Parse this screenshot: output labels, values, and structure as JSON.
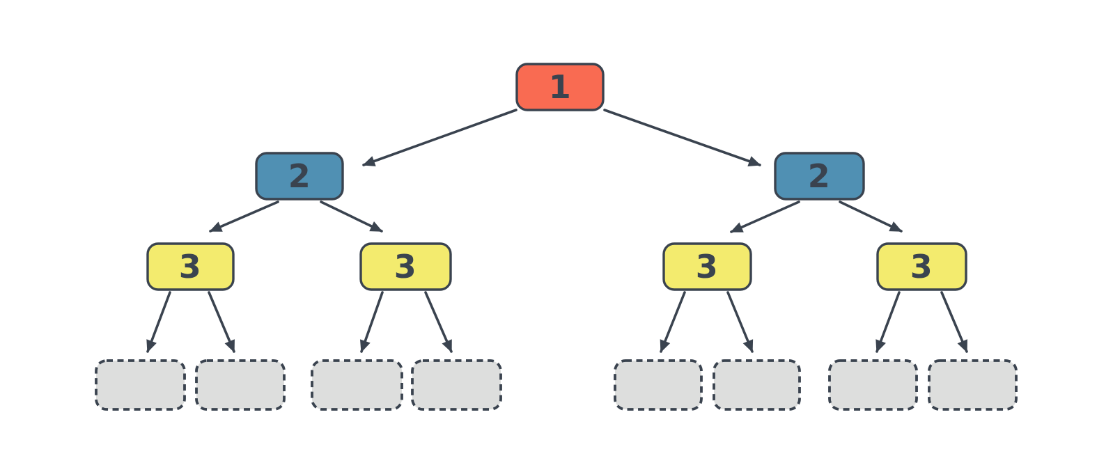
{
  "colors": {
    "ink": "#3A434F",
    "background": "#FFFFFF",
    "root_fill": "#F96B52",
    "level2_fill": "#5090B3",
    "level3_fill": "#F3EB6E",
    "placeholder_fill": "#DDDEDD"
  },
  "nodes": {
    "root": {
      "label": "1",
      "fill": "#F96B52"
    },
    "left2": {
      "label": "2",
      "fill": "#5090B3"
    },
    "right2": {
      "label": "2",
      "fill": "#5090B3"
    },
    "y1": {
      "label": "3",
      "fill": "#F3EB6E"
    },
    "y2": {
      "label": "3",
      "fill": "#F3EB6E"
    },
    "y3": {
      "label": "3",
      "fill": "#F3EB6E"
    },
    "y4": {
      "label": "3",
      "fill": "#F3EB6E"
    },
    "placeholders": [
      {
        "label": ""
      },
      {
        "label": ""
      },
      {
        "label": ""
      },
      {
        "label": ""
      },
      {
        "label": ""
      },
      {
        "label": ""
      },
      {
        "label": ""
      },
      {
        "label": ""
      }
    ]
  }
}
